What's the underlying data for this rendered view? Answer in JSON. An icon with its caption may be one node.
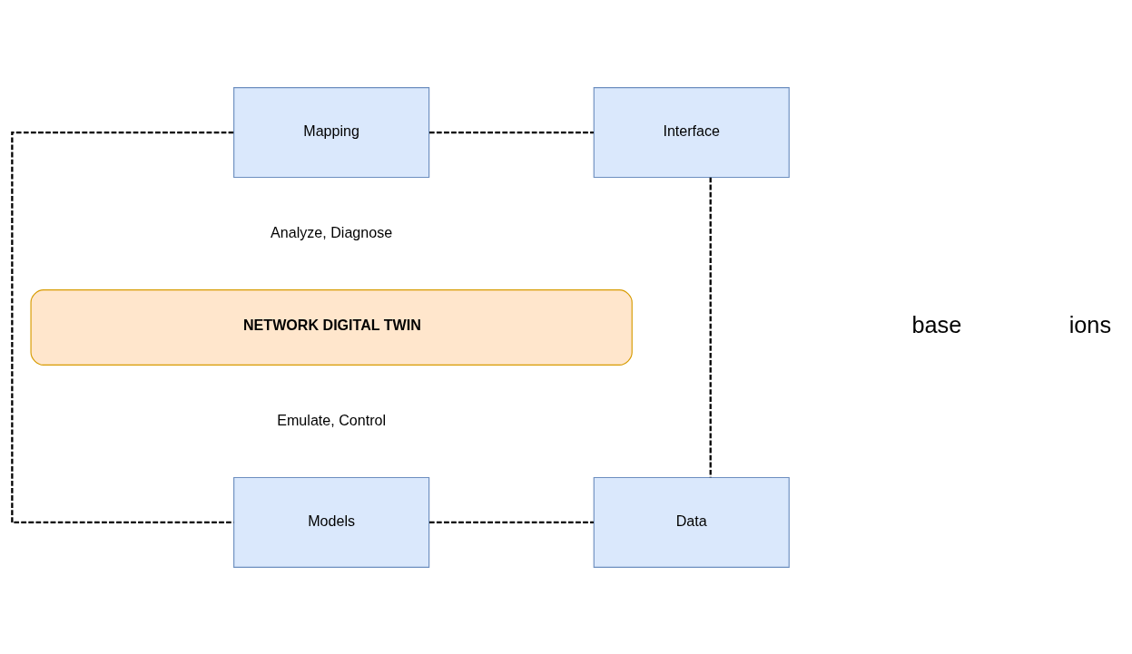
{
  "diagram": {
    "nodes": [
      {
        "text": [
          "Mapping"
        ]
      },
      {
        "text": [
          "Interface"
        ]
      },
      {
        "text": [
          "NETWORK DIGITAL TWIN"
        ]
      },
      {
        "text": [
          "Models"
        ]
      },
      {
        "text": [
          "Data"
        ]
      }
    ],
    "edges": [
      {
        "from": 0,
        "to": 1,
        "arrow": "none",
        "style": "dashed"
      },
      {
        "from": 0,
        "to": 3,
        "arrow": "none",
        "style": "dashed"
      },
      {
        "from": 1,
        "to": 4,
        "arrow": "none",
        "style": "dashed"
      },
      {
        "from": 3,
        "to": 4,
        "arrow": "none",
        "style": "dashed"
      }
    ],
    "labels": [
      "Analyze, Diagnose",
      "base",
      "ions",
      "Emulate, Control"
    ]
  }
}
